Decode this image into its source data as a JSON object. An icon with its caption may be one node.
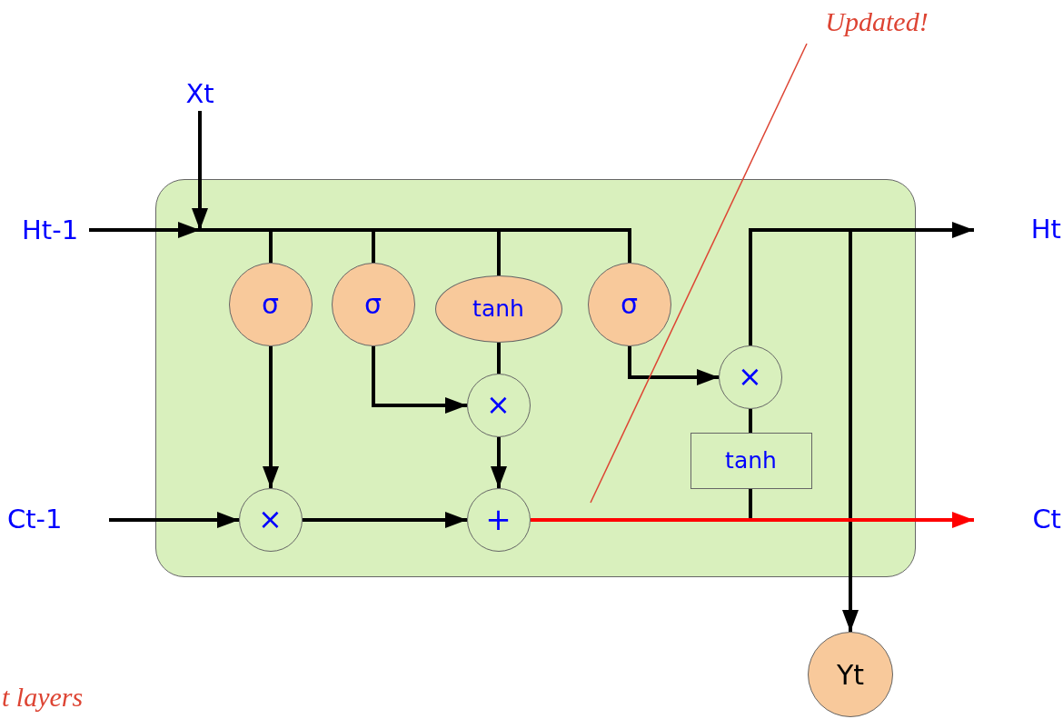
{
  "diagram": {
    "nodes": [
      {
        "text": [],
        "shape": "box"
      },
      {
        "text": [
          "Xt"
        ]
      },
      {
        "text": [
          "Ht-1"
        ]
      },
      {
        "text": [
          "Ct-1"
        ]
      },
      {
        "text": [
          "σ"
        ],
        "in": 0
      },
      {
        "text": [
          "σ"
        ],
        "in": 0
      },
      {
        "text": [
          "tanh"
        ],
        "in": 0
      },
      {
        "text": [
          "σ"
        ],
        "in": 0
      },
      {
        "text": [
          "×"
        ],
        "in": 0
      },
      {
        "text": [
          "×"
        ],
        "in": 0
      },
      {
        "text": [
          "+"
        ],
        "in": 0
      },
      {
        "text": [
          "×"
        ],
        "in": 0
      },
      {
        "text": [
          "tanh"
        ],
        "in": 0
      },
      {
        "text": [
          "Ht"
        ]
      },
      {
        "text": [
          "Ct"
        ]
      },
      {
        "text": [
          "Yt"
        ]
      },
      {
        "text": [
          "Updated!"
        ]
      }
    ],
    "edges": [
      {
        "from": 2,
        "to": null,
        "arrow": "to"
      },
      {
        "from": 1,
        "to": null,
        "arrow": "to"
      },
      {
        "from": null,
        "to": 4,
        "arrow": "none"
      },
      {
        "from": null,
        "to": 5,
        "arrow": "none"
      },
      {
        "from": null,
        "to": 6,
        "arrow": "none"
      },
      {
        "from": null,
        "to": 7,
        "arrow": "none"
      },
      {
        "from": 4,
        "to": 8,
        "arrow": "to"
      },
      {
        "from": 5,
        "to": 9,
        "arrow": "to"
      },
      {
        "from": 6,
        "to": 9,
        "arrow": "none"
      },
      {
        "from": 9,
        "to": 10,
        "arrow": "to"
      },
      {
        "from": 7,
        "to": 11,
        "arrow": "to"
      },
      {
        "from": 3,
        "to": 8,
        "arrow": "to"
      },
      {
        "from": 8,
        "to": 10,
        "arrow": "to"
      },
      {
        "from": 12,
        "to": 11,
        "arrow": "none"
      },
      {
        "from": 10,
        "to": 12,
        "arrow": "none"
      },
      {
        "from": 10,
        "to": 14,
        "arrow": "to",
        "color": "#ff0000"
      },
      {
        "from": 11,
        "to": 13,
        "arrow": "to"
      },
      {
        "from": 11,
        "to": 15,
        "arrow": "to"
      },
      {
        "from": 16,
        "to": null,
        "arrow": "none",
        "color": "#dd4433"
      }
    ],
    "labels": [
      "t layers"
    ]
  }
}
